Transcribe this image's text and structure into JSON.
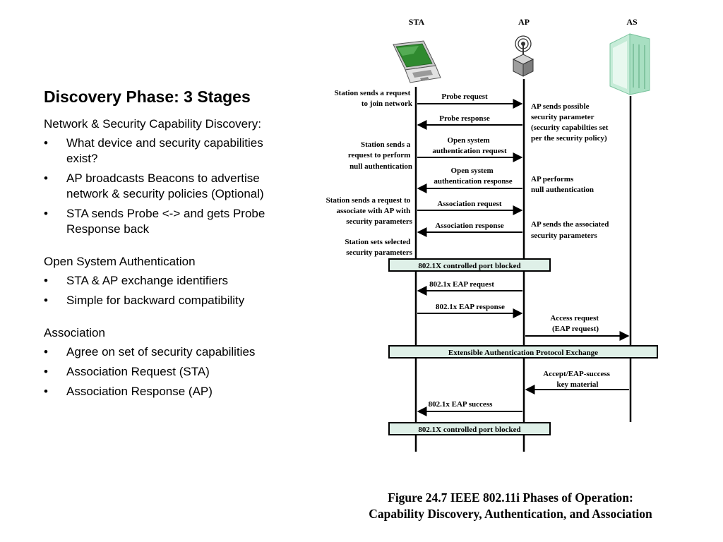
{
  "title": "Discovery Phase: 3 Stages",
  "sections": [
    {
      "heading": "Network & Security Capability Discovery:",
      "bullets": [
        "What device and security capabilities exist?",
        "AP broadcasts Beacons to advertise network & security policies (Optional)",
        "STA sends Probe <-> and gets Probe Response back"
      ]
    },
    {
      "heading": "Open System Authentication",
      "bullets": [
        "STA & AP exchange identifiers",
        "Simple for backward compatibility"
      ]
    },
    {
      "heading": "Association",
      "bullets": [
        "Agree on set of security capabilities",
        "Association Request (STA)",
        "Association Response (AP)"
      ]
    }
  ],
  "bullet_glyph": "•",
  "diagram": {
    "entities": {
      "sta": "STA",
      "ap": "AP",
      "as": "AS"
    },
    "icons": {
      "sta": "laptop-icon",
      "ap": "access-point-icon",
      "as": "server-icon"
    },
    "left_notes": {
      "n1": [
        "Station sends a request",
        "to join network"
      ],
      "n2": [
        "Station sends a",
        "request to perform",
        "null authentication"
      ],
      "n3": [
        "Station sends a request to",
        "associate with AP with",
        "security parameters"
      ],
      "n4": [
        "Station sets selected",
        "security parameters"
      ]
    },
    "right_notes": {
      "r1": [
        "AP sends possible",
        "security parameter",
        "(security capabilties set",
        "per the security policy)"
      ],
      "r2": [
        "AP performs",
        "null authentication"
      ],
      "r3": [
        "AP sends the associated",
        "security parameters"
      ]
    },
    "messages": {
      "probe_req": [
        "Probe request"
      ],
      "probe_resp": [
        "Probe response"
      ],
      "open_auth_req": [
        "Open system",
        "authentication request"
      ],
      "open_auth_resp": [
        "Open system",
        "authentication  response"
      ],
      "assoc_req": [
        "Association request"
      ],
      "assoc_resp": [
        "Association response"
      ],
      "eap_req": [
        "802.1x EAP request"
      ],
      "eap_resp": [
        "802.1x EAP response"
      ],
      "access_req": [
        "Access request",
        "(EAP request)"
      ],
      "accept": [
        "Accept/EAP-success",
        "key material"
      ],
      "eap_success": [
        "802.1x EAP success"
      ]
    },
    "bars": {
      "blocked1": "802.1X controlled port blocked",
      "eap_exchange": "Extensible Authentication Protocol Exchange",
      "blocked2": "802.1X controlled port blocked"
    },
    "colors": {
      "bar_fill": "#dff0e8",
      "lifeline": "#000000"
    }
  },
  "caption": {
    "line1": "Figure 24.7   IEEE 802.11i Phases of Operation:",
    "line2": "Capability Discovery, Authentication, and Association"
  }
}
